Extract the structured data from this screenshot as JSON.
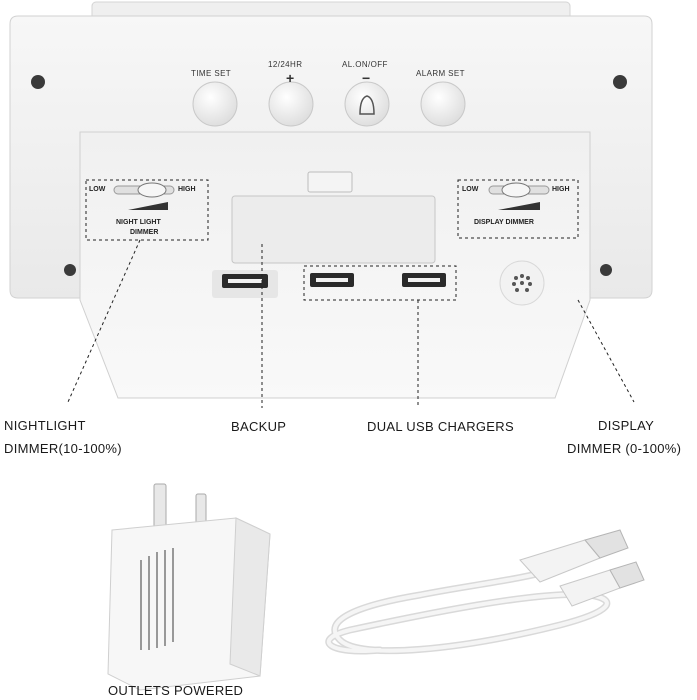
{
  "buttons": [
    {
      "label": "TIME SET",
      "symbol": ""
    },
    {
      "label": "12/24HR",
      "symbol": "+"
    },
    {
      "label": "AL.ON/OFF",
      "symbol": "−"
    },
    {
      "label": "ALARM SET",
      "symbol": ""
    }
  ],
  "dimmers": {
    "night": {
      "low": "LOW",
      "high": "HIGH",
      "title_line1": "NIGHT LIGHT",
      "title_line2": "DIMMER"
    },
    "display": {
      "low": "LOW",
      "high": "HIGH",
      "title": "DISPLAY  DIMMER"
    }
  },
  "callouts": {
    "nightlight_line1": "NIGHTLIGHT",
    "nightlight_line2": "DIMMER(10-100%)",
    "backup": "BACKUP",
    "usb": "DUAL USB CHARGERS",
    "display_line1": "DISPLAY",
    "display_line2": "DIMMER (0-100%)",
    "outlets": "OUTLETS POWERED"
  },
  "colors": {
    "device_body": "#f3f3f3",
    "device_shadow": "#d6d6d6",
    "usb_port": "#2a2a2a",
    "dashed_line": "#222222"
  }
}
